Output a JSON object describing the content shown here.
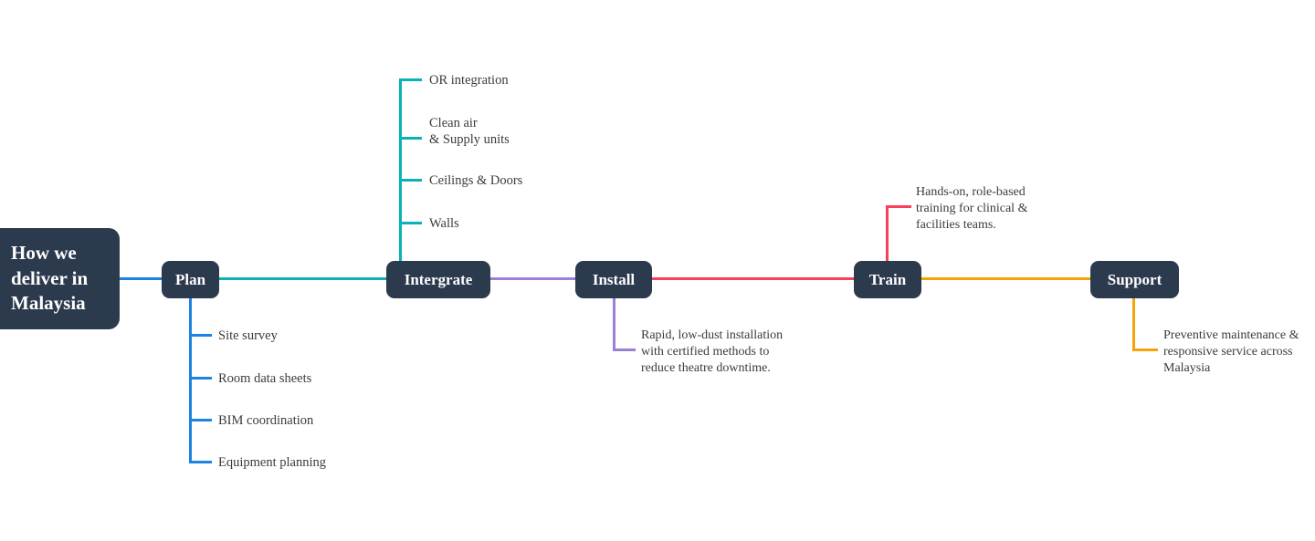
{
  "diagram": {
    "title": "How we deliver in Malaysia",
    "type": "mind-map",
    "root": {
      "label": "How we\ndeliver in\nMalaysia"
    },
    "colors": {
      "node_fill": "#2c3a4e",
      "node_text": "#ffffff",
      "label_text": "#3b3b3b",
      "background": "#ffffff",
      "branch_plan": "#1a84e0",
      "branch_integrate": "#0bb1b8",
      "branch_install": "#9b80d8",
      "branch_train": "#f8405c",
      "branch_support": "#f5a406"
    },
    "stages": [
      {
        "key": "plan",
        "label": "Plan",
        "connector_color": "#1a84e0",
        "children": [
          {
            "label": "Site survey"
          },
          {
            "label": "Room data sheets"
          },
          {
            "label": "BIM coordination"
          },
          {
            "label": "Equipment planning"
          }
        ]
      },
      {
        "key": "integrate",
        "label": "Intergrate",
        "connector_color": "#0bb1b8",
        "children": [
          {
            "label": "OR integration"
          },
          {
            "label": "Clean air\n& Supply units"
          },
          {
            "label": "Ceilings & Doors"
          },
          {
            "label": "Walls"
          }
        ]
      },
      {
        "key": "install",
        "label": "Install",
        "connector_color": "#9b80d8",
        "note": "Rapid, low-dust installation\nwith certified methods to\nreduce theatre downtime."
      },
      {
        "key": "train",
        "label": "Train",
        "connector_color": "#f8405c",
        "note": "Hands-on, role-based\ntraining for clinical &\nfacilities teams."
      },
      {
        "key": "support",
        "label": "Support",
        "connector_color": "#f5a406",
        "note": "Preventive maintenance &\nresponsive service across\nMalaysia"
      }
    ]
  }
}
